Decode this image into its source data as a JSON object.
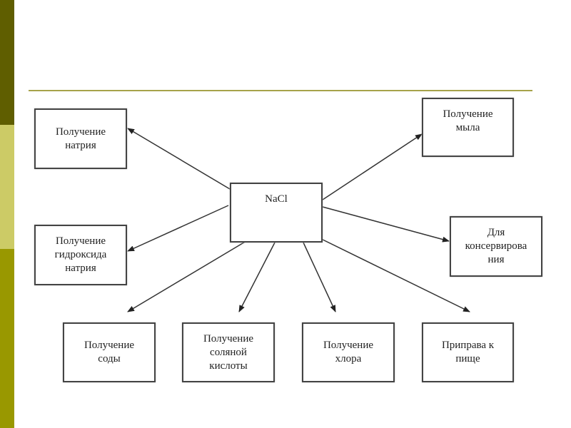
{
  "colors": {
    "strip_top": "#5f5e00",
    "strip_mid": "#cccb66",
    "strip_bottom": "#999800",
    "rule": "#a6a34a"
  },
  "center": {
    "label": "NaCl"
  },
  "nodes": {
    "sodium": [
      "Получение",
      "натрия"
    ],
    "soap": [
      "Получение",
      "мыла"
    ],
    "hydroxide": [
      "Получение",
      "гидроксида",
      "натрия"
    ],
    "preserving": [
      "Для",
      "консервирова",
      "ния"
    ],
    "soda": [
      "Получение",
      "соды"
    ],
    "acid": [
      "Получение",
      "соляной",
      "кислоты"
    ],
    "chlorine": [
      "Получение",
      "хлора"
    ],
    "seasoning": [
      "Приправа к",
      "пище"
    ]
  }
}
